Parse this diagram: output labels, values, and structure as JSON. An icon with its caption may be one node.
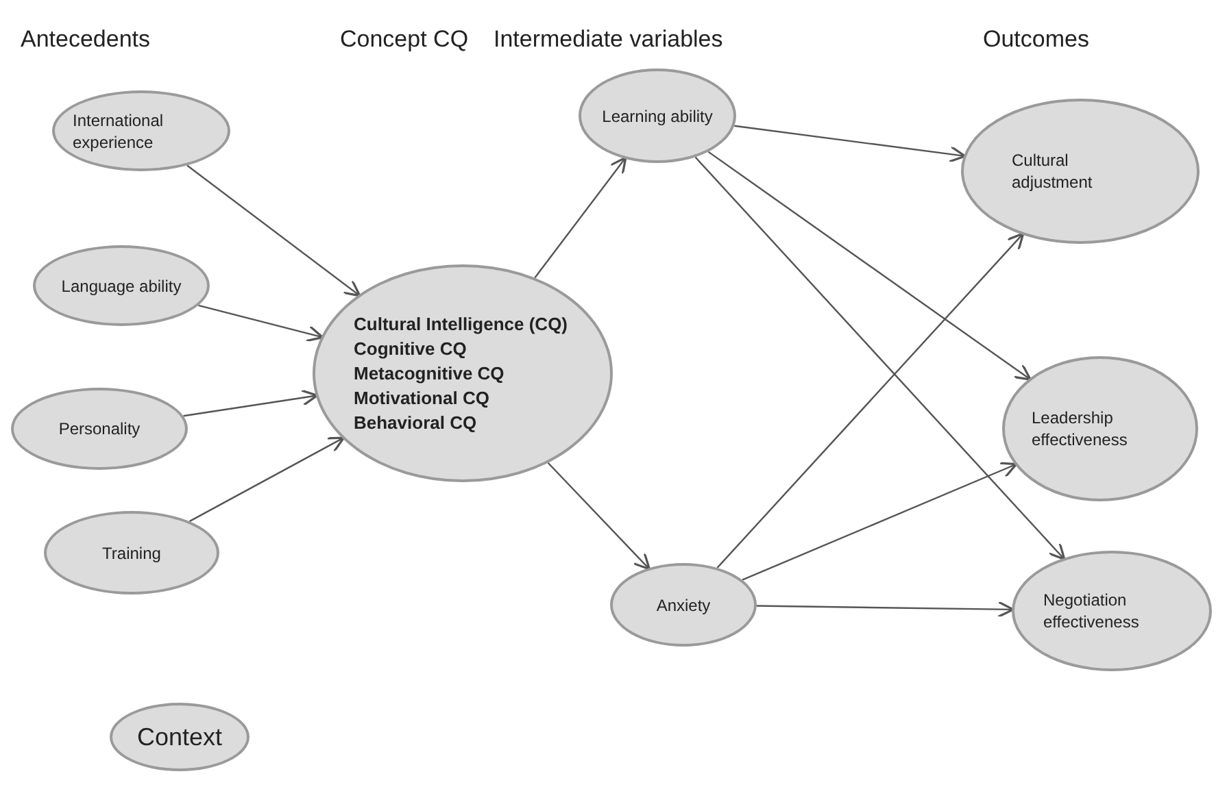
{
  "diagram": {
    "nodes": [
      {
        "text": [
          "International experience"
        ]
      },
      {
        "text": [
          "Language ability"
        ]
      },
      {
        "text": [
          "Personality"
        ]
      },
      {
        "text": [
          "Training"
        ]
      },
      {
        "text": [
          "Cultural Intelligence (CQ)",
          "Cognitive CQ",
          "Metacognitive CQ",
          "Motivational CQ",
          "Behavioral CQ"
        ]
      },
      {
        "text": [
          "Learning ability"
        ]
      },
      {
        "text": [
          "Anxiety"
        ]
      },
      {
        "text": [
          "Cultural adjustment"
        ]
      },
      {
        "text": [
          "Leadership effectiveness"
        ]
      },
      {
        "text": [
          "Negotiation effectiveness"
        ]
      },
      {
        "text": [
          "Context"
        ]
      }
    ],
    "edges": [
      {
        "from": 0,
        "to": 4,
        "arrow": "to"
      },
      {
        "from": 1,
        "to": 4,
        "arrow": "to"
      },
      {
        "from": 2,
        "to": 4,
        "arrow": "to"
      },
      {
        "from": 3,
        "to": 4,
        "arrow": "to"
      },
      {
        "from": 4,
        "to": 5,
        "arrow": "to"
      },
      {
        "from": 4,
        "to": 6,
        "arrow": "to"
      },
      {
        "from": 5,
        "to": 7,
        "arrow": "to"
      },
      {
        "from": 5,
        "to": 8,
        "arrow": "to"
      },
      {
        "from": 5,
        "to": 9,
        "arrow": "to"
      },
      {
        "from": 6,
        "to": 7,
        "arrow": "to"
      },
      {
        "from": 6,
        "to": 8,
        "arrow": "to"
      },
      {
        "from": 6,
        "to": 9,
        "arrow": "to"
      }
    ],
    "labels": [
      "Antecedents",
      "Concept CQ",
      "Intermediate variables",
      "Outcomes"
    ]
  }
}
